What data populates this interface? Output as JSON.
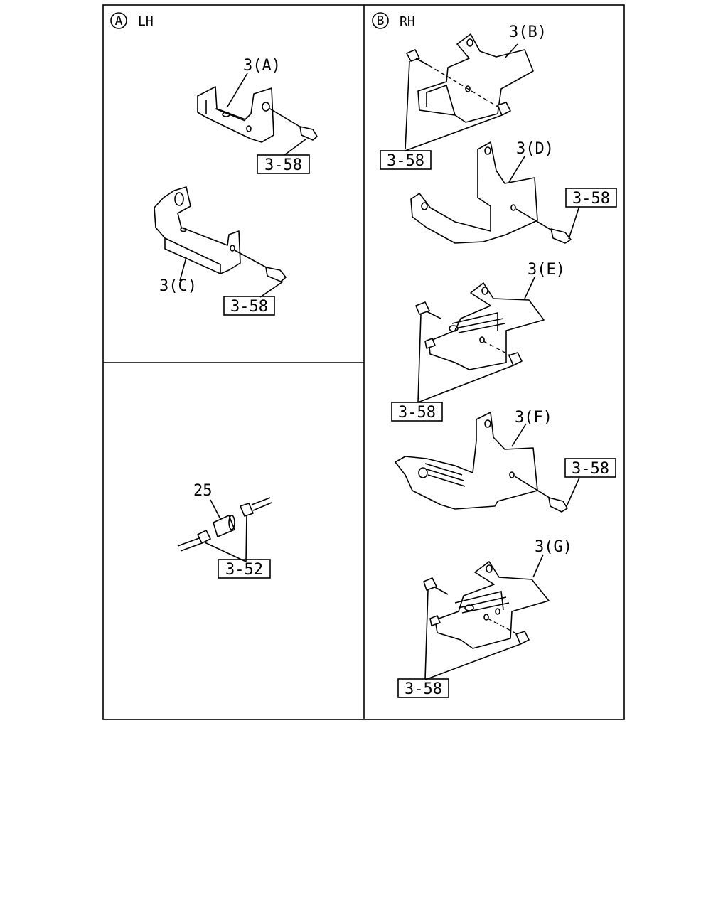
{
  "panels": {
    "a": {
      "circle": "A",
      "side": "LH"
    },
    "b": {
      "circle": "B",
      "side": "RH"
    }
  },
  "labels": {
    "part_3a": "3(A)",
    "part_3b": "3(B)",
    "part_3c": "3(C)",
    "part_3d": "3(D)",
    "part_3e": "3(E)",
    "part_3f": "3(F)",
    "part_3g": "3(G)",
    "part_25": "25"
  },
  "refs": {
    "r358": "3-58",
    "r352": "3-52"
  }
}
